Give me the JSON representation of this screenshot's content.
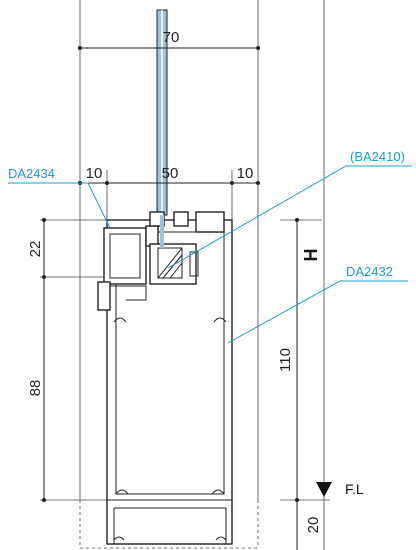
{
  "dimensions": {
    "top_width": "70",
    "inner_width": "50",
    "left_offset": "10",
    "right_offset": "10",
    "upper_height": "22",
    "lower_height": "88",
    "frame_height": "110",
    "bottom_height": "20"
  },
  "callouts": {
    "left_part": "DA2434",
    "glazing_bead": "(BA2410)",
    "main_frame": "DA2432"
  },
  "labels": {
    "height": "H",
    "floor_level": "F.L"
  },
  "colors": {
    "callout": "#1a9bd7",
    "line": "#222222",
    "glass": "#9fc3de"
  }
}
